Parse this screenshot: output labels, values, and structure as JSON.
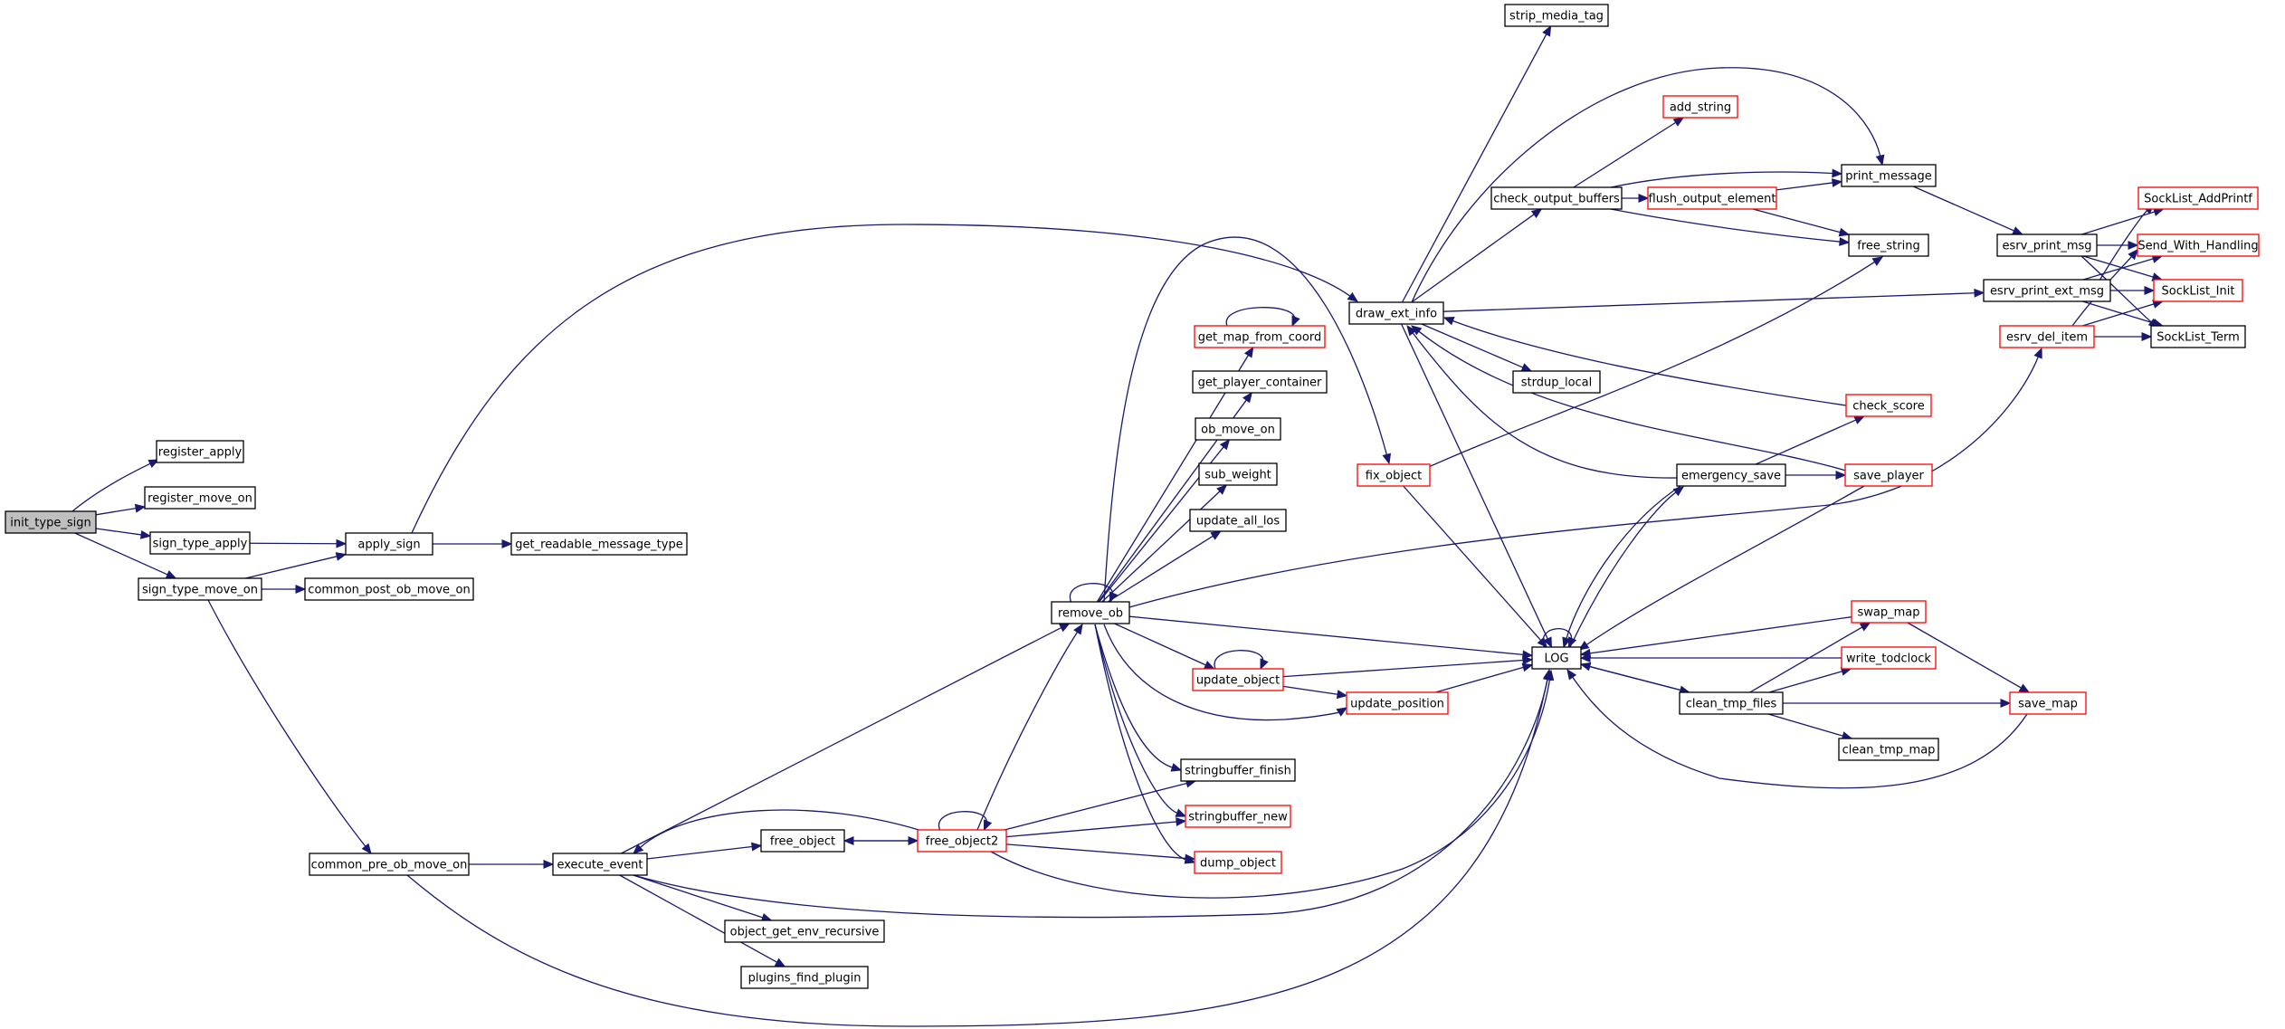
{
  "graph": {
    "title": "init_type_sign call graph",
    "colors": {
      "edge": "#191970",
      "border_default": "#000000",
      "border_truncated": "#ff0000",
      "fill_default": "#ffffff",
      "fill_root": "#bfbfbf",
      "text": "#000000"
    },
    "nodes": [
      {
        "id": "init_type_sign",
        "label": "init_type_sign",
        "truncated": false,
        "root": true
      },
      {
        "id": "register_apply",
        "label": "register_apply",
        "truncated": false
      },
      {
        "id": "register_move_on",
        "label": "register_move_on",
        "truncated": false
      },
      {
        "id": "sign_type_apply",
        "label": "sign_type_apply",
        "truncated": false
      },
      {
        "id": "sign_type_move_on",
        "label": "sign_type_move_on",
        "truncated": false
      },
      {
        "id": "apply_sign",
        "label": "apply_sign",
        "truncated": false
      },
      {
        "id": "common_post_ob_move_on",
        "label": "common_post_ob_move_on",
        "truncated": false
      },
      {
        "id": "get_readable_message_type",
        "label": "get_readable_message_type",
        "truncated": false
      },
      {
        "id": "common_pre_ob_move_on",
        "label": "common_pre_ob_move_on",
        "truncated": false
      },
      {
        "id": "execute_event",
        "label": "execute_event",
        "truncated": false
      },
      {
        "id": "free_object",
        "label": "free_object",
        "truncated": false
      },
      {
        "id": "free_object2",
        "label": "free_object2",
        "truncated": true
      },
      {
        "id": "object_get_env_recursive",
        "label": "object_get_env_recursive",
        "truncated": false
      },
      {
        "id": "plugins_find_plugin",
        "label": "plugins_find_plugin",
        "truncated": false
      },
      {
        "id": "remove_ob",
        "label": "remove_ob",
        "truncated": false
      },
      {
        "id": "get_map_from_coord",
        "label": "get_map_from_coord",
        "truncated": true
      },
      {
        "id": "get_player_container",
        "label": "get_player_container",
        "truncated": false
      },
      {
        "id": "ob_move_on",
        "label": "ob_move_on",
        "truncated": false
      },
      {
        "id": "sub_weight",
        "label": "sub_weight",
        "truncated": false
      },
      {
        "id": "update_all_los",
        "label": "update_all_los",
        "truncated": false
      },
      {
        "id": "update_object",
        "label": "update_object",
        "truncated": true
      },
      {
        "id": "stringbuffer_finish",
        "label": "stringbuffer_finish",
        "truncated": false
      },
      {
        "id": "stringbuffer_new",
        "label": "stringbuffer_new",
        "truncated": true
      },
      {
        "id": "dump_object",
        "label": "dump_object",
        "truncated": true
      },
      {
        "id": "update_position",
        "label": "update_position",
        "truncated": true
      },
      {
        "id": "fix_object",
        "label": "fix_object",
        "truncated": true
      },
      {
        "id": "draw_ext_info",
        "label": "draw_ext_info",
        "truncated": false
      },
      {
        "id": "strip_media_tag",
        "label": "strip_media_tag",
        "truncated": false
      },
      {
        "id": "add_string",
        "label": "add_string",
        "truncated": true
      },
      {
        "id": "check_output_buffers",
        "label": "check_output_buffers",
        "truncated": false
      },
      {
        "id": "flush_output_element",
        "label": "flush_output_element",
        "truncated": true
      },
      {
        "id": "print_message",
        "label": "print_message",
        "truncated": false
      },
      {
        "id": "free_string",
        "label": "free_string",
        "truncated": false
      },
      {
        "id": "strdup_local",
        "label": "strdup_local",
        "truncated": false
      },
      {
        "id": "LOG",
        "label": "LOG",
        "truncated": false
      },
      {
        "id": "emergency_save",
        "label": "emergency_save",
        "truncated": false
      },
      {
        "id": "check_score",
        "label": "check_score",
        "truncated": true
      },
      {
        "id": "save_player",
        "label": "save_player",
        "truncated": true
      },
      {
        "id": "swap_map",
        "label": "swap_map",
        "truncated": true
      },
      {
        "id": "write_todclock",
        "label": "write_todclock",
        "truncated": true
      },
      {
        "id": "clean_tmp_files",
        "label": "clean_tmp_files",
        "truncated": false
      },
      {
        "id": "clean_tmp_map",
        "label": "clean_tmp_map",
        "truncated": false
      },
      {
        "id": "save_map",
        "label": "save_map",
        "truncated": true
      },
      {
        "id": "esrv_print_msg",
        "label": "esrv_print_msg",
        "truncated": false
      },
      {
        "id": "esrv_print_ext_msg",
        "label": "esrv_print_ext_msg",
        "truncated": false
      },
      {
        "id": "esrv_del_item",
        "label": "esrv_del_item",
        "truncated": true
      },
      {
        "id": "SockList_AddPrintf",
        "label": "SockList_AddPrintf",
        "truncated": true
      },
      {
        "id": "Send_With_Handling",
        "label": "Send_With_Handling",
        "truncated": true
      },
      {
        "id": "SockList_Init",
        "label": "SockList_Init",
        "truncated": true
      },
      {
        "id": "SockList_Term",
        "label": "SockList_Term",
        "truncated": false
      }
    ],
    "edges": [
      {
        "from": "init_type_sign",
        "to": "register_apply"
      },
      {
        "from": "init_type_sign",
        "to": "register_move_on"
      },
      {
        "from": "init_type_sign",
        "to": "sign_type_apply"
      },
      {
        "from": "init_type_sign",
        "to": "sign_type_move_on"
      },
      {
        "from": "sign_type_apply",
        "to": "apply_sign"
      },
      {
        "from": "sign_type_move_on",
        "to": "apply_sign"
      },
      {
        "from": "sign_type_move_on",
        "to": "common_post_ob_move_on"
      },
      {
        "from": "sign_type_move_on",
        "to": "common_pre_ob_move_on"
      },
      {
        "from": "apply_sign",
        "to": "get_readable_message_type"
      },
      {
        "from": "apply_sign",
        "to": "draw_ext_info"
      },
      {
        "from": "common_pre_ob_move_on",
        "to": "execute_event"
      },
      {
        "from": "common_pre_ob_move_on",
        "to": "LOG"
      },
      {
        "from": "execute_event",
        "to": "free_object"
      },
      {
        "from": "execute_event",
        "to": "object_get_env_recursive"
      },
      {
        "from": "execute_event",
        "to": "plugins_find_plugin"
      },
      {
        "from": "execute_event",
        "to": "remove_ob"
      },
      {
        "from": "execute_event",
        "to": "LOG"
      },
      {
        "from": "free_object",
        "to": "free_object2"
      },
      {
        "from": "free_object2",
        "to": "free_object"
      },
      {
        "from": "free_object2",
        "to": "free_object2"
      },
      {
        "from": "free_object2",
        "to": "execute_event"
      },
      {
        "from": "free_object2",
        "to": "remove_ob"
      },
      {
        "from": "free_object2",
        "to": "stringbuffer_finish"
      },
      {
        "from": "free_object2",
        "to": "stringbuffer_new"
      },
      {
        "from": "free_object2",
        "to": "dump_object"
      },
      {
        "from": "free_object2",
        "to": "LOG"
      },
      {
        "from": "remove_ob",
        "to": "remove_ob"
      },
      {
        "from": "remove_ob",
        "to": "get_map_from_coord"
      },
      {
        "from": "remove_ob",
        "to": "get_player_container"
      },
      {
        "from": "remove_ob",
        "to": "ob_move_on"
      },
      {
        "from": "remove_ob",
        "to": "sub_weight"
      },
      {
        "from": "remove_ob",
        "to": "update_all_los"
      },
      {
        "from": "remove_ob",
        "to": "update_object"
      },
      {
        "from": "remove_ob",
        "to": "update_position"
      },
      {
        "from": "remove_ob",
        "to": "stringbuffer_finish"
      },
      {
        "from": "remove_ob",
        "to": "stringbuffer_new"
      },
      {
        "from": "remove_ob",
        "to": "dump_object"
      },
      {
        "from": "remove_ob",
        "to": "LOG"
      },
      {
        "from": "remove_ob",
        "to": "fix_object"
      },
      {
        "from": "remove_ob",
        "to": "esrv_del_item"
      },
      {
        "from": "get_map_from_coord",
        "to": "get_map_from_coord"
      },
      {
        "from": "update_object",
        "to": "update_object"
      },
      {
        "from": "update_object",
        "to": "update_position"
      },
      {
        "from": "update_object",
        "to": "LOG"
      },
      {
        "from": "update_position",
        "to": "LOG"
      },
      {
        "from": "fix_object",
        "to": "LOG"
      },
      {
        "from": "fix_object",
        "to": "free_string"
      },
      {
        "from": "draw_ext_info",
        "to": "strip_media_tag"
      },
      {
        "from": "draw_ext_info",
        "to": "check_output_buffers"
      },
      {
        "from": "draw_ext_info",
        "to": "print_message"
      },
      {
        "from": "draw_ext_info",
        "to": "strdup_local"
      },
      {
        "from": "draw_ext_info",
        "to": "esrv_print_ext_msg"
      },
      {
        "from": "draw_ext_info",
        "to": "LOG"
      },
      {
        "from": "check_output_buffers",
        "to": "add_string"
      },
      {
        "from": "check_output_buffers",
        "to": "flush_output_element"
      },
      {
        "from": "check_output_buffers",
        "to": "print_message"
      },
      {
        "from": "check_output_buffers",
        "to": "free_string"
      },
      {
        "from": "flush_output_element",
        "to": "print_message"
      },
      {
        "from": "flush_output_element",
        "to": "free_string"
      },
      {
        "from": "print_message",
        "to": "esrv_print_msg"
      },
      {
        "from": "LOG",
        "to": "LOG"
      },
      {
        "from": "LOG",
        "to": "emergency_save"
      },
      {
        "from": "LOG",
        "to": "clean_tmp_files"
      },
      {
        "from": "emergency_save",
        "to": "draw_ext_info"
      },
      {
        "from": "emergency_save",
        "to": "LOG"
      },
      {
        "from": "emergency_save",
        "to": "check_score"
      },
      {
        "from": "emergency_save",
        "to": "save_player"
      },
      {
        "from": "check_score",
        "to": "draw_ext_info"
      },
      {
        "from": "save_player",
        "to": "draw_ext_info"
      },
      {
        "from": "save_player",
        "to": "LOG"
      },
      {
        "from": "clean_tmp_files",
        "to": "LOG"
      },
      {
        "from": "clean_tmp_files",
        "to": "swap_map"
      },
      {
        "from": "clean_tmp_files",
        "to": "write_todclock"
      },
      {
        "from": "clean_tmp_files",
        "to": "save_map"
      },
      {
        "from": "clean_tmp_files",
        "to": "clean_tmp_map"
      },
      {
        "from": "swap_map",
        "to": "LOG"
      },
      {
        "from": "swap_map",
        "to": "save_map"
      },
      {
        "from": "write_todclock",
        "to": "LOG"
      },
      {
        "from": "save_map",
        "to": "LOG"
      },
      {
        "from": "esrv_print_msg",
        "to": "SockList_AddPrintf"
      },
      {
        "from": "esrv_print_msg",
        "to": "Send_With_Handling"
      },
      {
        "from": "esrv_print_msg",
        "to": "SockList_Init"
      },
      {
        "from": "esrv_print_msg",
        "to": "SockList_Term"
      },
      {
        "from": "esrv_print_ext_msg",
        "to": "SockList_AddPrintf"
      },
      {
        "from": "esrv_print_ext_msg",
        "to": "Send_With_Handling"
      },
      {
        "from": "esrv_print_ext_msg",
        "to": "SockList_Init"
      },
      {
        "from": "esrv_print_ext_msg",
        "to": "SockList_Term"
      },
      {
        "from": "esrv_del_item",
        "to": "Send_With_Handling"
      },
      {
        "from": "esrv_del_item",
        "to": "SockList_Init"
      },
      {
        "from": "esrv_del_item",
        "to": "SockList_Term"
      }
    ]
  }
}
